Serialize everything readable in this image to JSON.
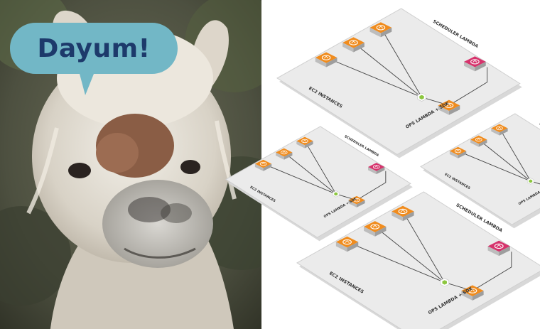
{
  "speech_bubble": {
    "text": "Dayum!",
    "fill_color": "#72b7c6",
    "text_color": "#1d3a6b"
  },
  "photo": {
    "subject": "llama",
    "icon": "llama-photo"
  },
  "diagram": {
    "labels": {
      "ec2": "EC2 INSTANCES",
      "scheduler": "SCHEDULER LAMBDA",
      "ops": "OPS LAMBDA + SDK"
    },
    "colors": {
      "platform": "#ebebeb",
      "platform_edge": "#cfcfcf",
      "ec2_icon": "#f08c1e",
      "scheduler_icon": "#d6336c",
      "ops_icon": "#f08c1e",
      "sdk_icon": "#8cc63f"
    },
    "icons": {
      "ec2": "ec2-instance-icon",
      "scheduler": "lambda-icon",
      "ops": "lambda-icon",
      "sdk": "sdk-hexagon-icon"
    }
  }
}
